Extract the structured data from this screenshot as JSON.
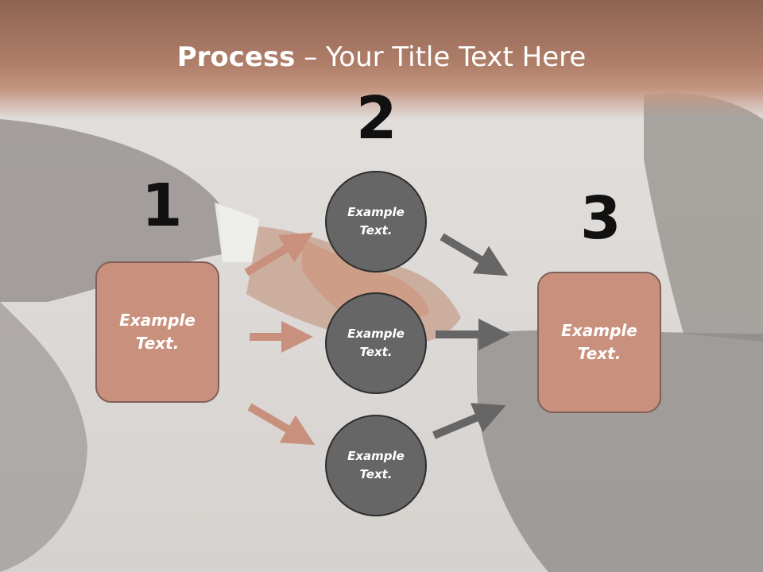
{
  "title": {
    "bold": "Process",
    "rest": " – Your Title Text Here"
  },
  "steps": {
    "one": "1",
    "two": "2",
    "three": "3"
  },
  "left_box": {
    "text": "Example\nText."
  },
  "circles": [
    {
      "text": "Example\nText."
    },
    {
      "text": "Example\nText."
    },
    {
      "text": "Example\nText."
    }
  ],
  "right_box": {
    "text": "Example\nText."
  },
  "colors": {
    "box_fill": "#c9917d",
    "circle_fill": "#666666",
    "arrow_salmon": "#c9917d",
    "arrow_gray": "#666666"
  },
  "icons": {
    "connectors": "arrow-right-icon"
  }
}
